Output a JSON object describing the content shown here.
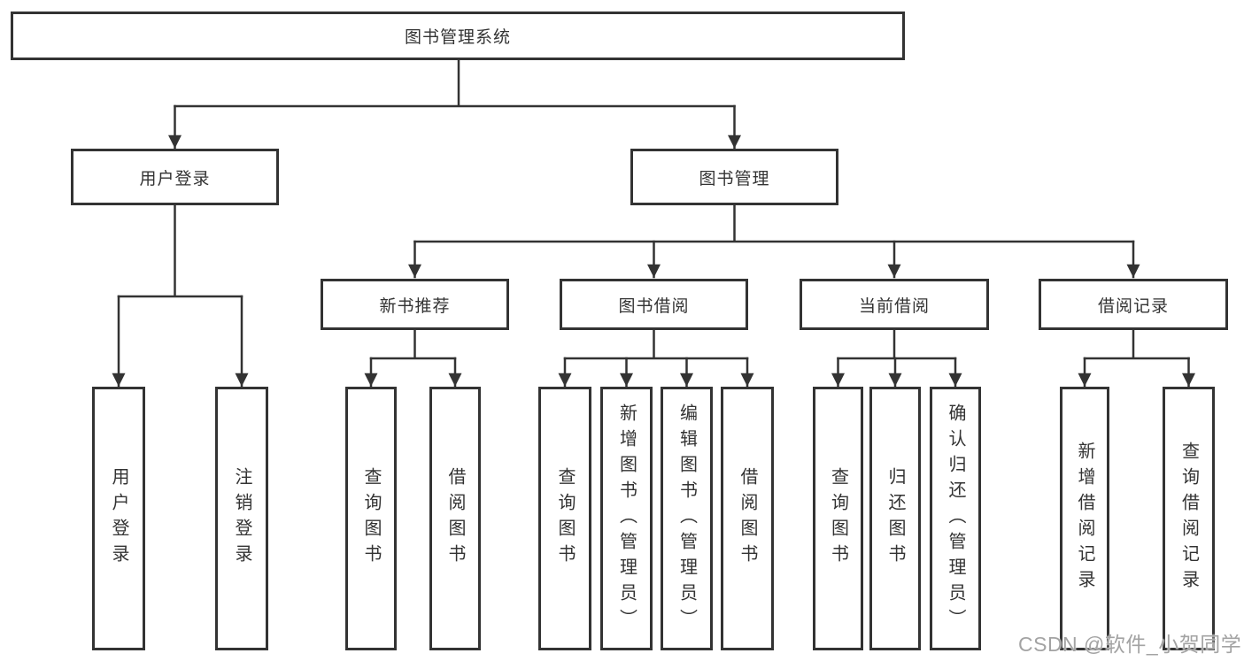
{
  "colors": {
    "line": "#333333",
    "text": "#333333",
    "bg": "#ffffff",
    "wm": "#a3a3a3"
  },
  "watermark": {
    "text": "CSDN @软件_小贺同学"
  },
  "tree": {
    "root": {
      "label": "图书管理系统"
    },
    "branches": [
      {
        "label": "用户登录",
        "children": [
          {
            "label": "用户登录"
          },
          {
            "label": "注销登录"
          }
        ]
      },
      {
        "label": "图书管理",
        "children": [
          {
            "label": "新书推荐",
            "children": [
              {
                "label": "查询图书"
              },
              {
                "label": "借阅图书"
              }
            ]
          },
          {
            "label": "图书借阅",
            "children": [
              {
                "label": "查询图书"
              },
              {
                "label": "新增图书（管理员）"
              },
              {
                "label": "编辑图书（管理员）"
              },
              {
                "label": "借阅图书"
              }
            ]
          },
          {
            "label": "当前借阅",
            "children": [
              {
                "label": "查询图书"
              },
              {
                "label": "归还图书"
              },
              {
                "label": "确认归还（管理员）"
              }
            ]
          },
          {
            "label": "借阅记录",
            "children": [
              {
                "label": "新增借阅记录"
              },
              {
                "label": "查询借阅记录"
              }
            ]
          }
        ]
      }
    ]
  }
}
